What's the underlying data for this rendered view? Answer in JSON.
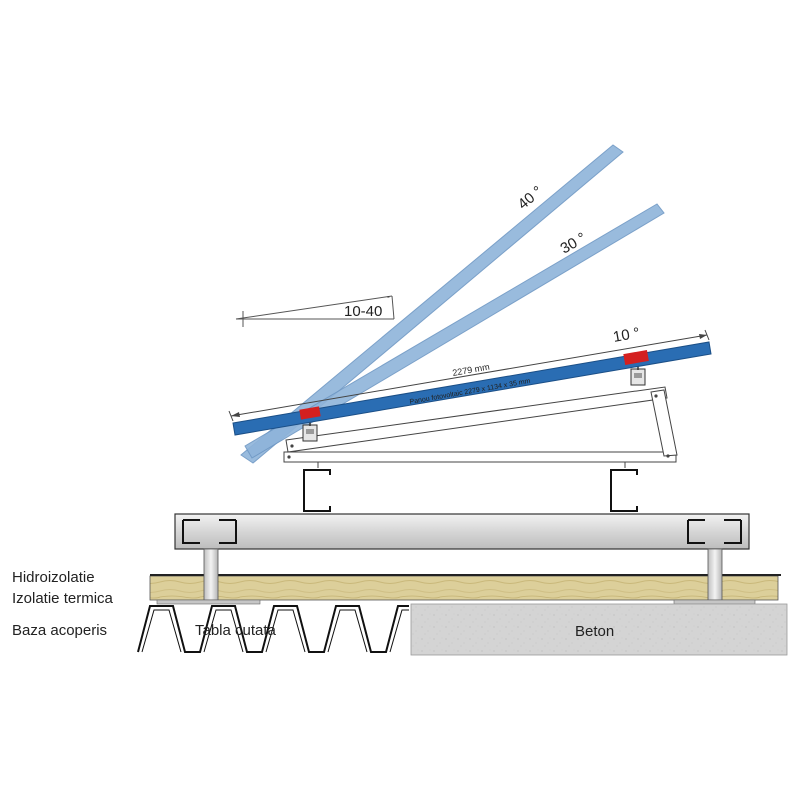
{
  "angles": {
    "a40": "40 °",
    "a30": "30 °",
    "a10": "10 °",
    "range": "10-40"
  },
  "panel": {
    "dimension": "2279 mm",
    "caption": "Panou fotovoltaic 2279 x 1134 x 35 mm"
  },
  "layers": {
    "hidroizolatie": "Hidroizolatie",
    "izolatie_termica": "Izolatie termica",
    "baza_acoperis": "Baza acoperis",
    "tabla_cutata": "Tabla cutata",
    "beton": "Beton"
  },
  "colors": {
    "panel_blue": "#2a6db3",
    "ghost_blue": "#8fb4da",
    "clamp_red": "#d42020",
    "insulation": "#dccf9a",
    "concrete": "#d3d3d3",
    "steel": "#d8d8d8",
    "line": "#333333"
  }
}
